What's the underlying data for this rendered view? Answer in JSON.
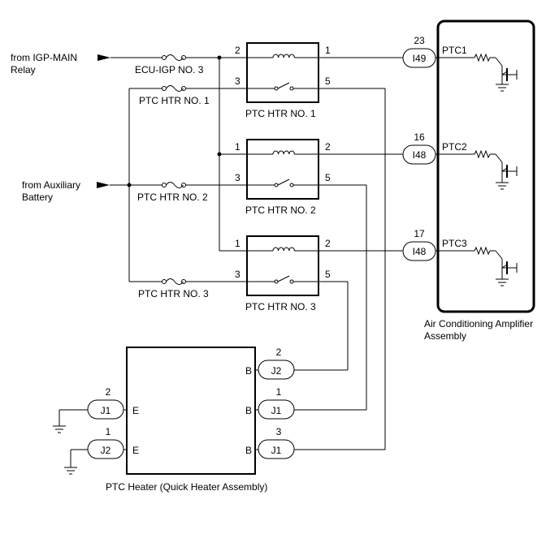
{
  "sources": {
    "igp_main": [
      "from IGP-MAIN",
      "Relay"
    ],
    "aux_battery": [
      "from Auxiliary",
      "Battery"
    ]
  },
  "fuses": {
    "ecu_igp": "ECU-IGP NO. 3",
    "htr1": "PTC HTR NO. 1",
    "htr2": "PTC HTR NO. 2",
    "htr3": "PTC HTR NO. 3"
  },
  "relays": {
    "r1": {
      "name": "PTC HTR NO. 1",
      "p_coil_in": "2",
      "p_coil_out": "1",
      "p_sw_in": "3",
      "p_sw_out": "5"
    },
    "r2": {
      "name": "PTC HTR NO. 2",
      "p_coil_in": "1",
      "p_coil_out": "2",
      "p_sw_in": "3",
      "p_sw_out": "5"
    },
    "r3": {
      "name": "PTC HTR NO. 3",
      "p_coil_in": "1",
      "p_coil_out": "2",
      "p_sw_in": "3",
      "p_sw_out": "5"
    }
  },
  "amplifier": {
    "label": [
      "Air Conditioning Amplifier",
      "Assembly"
    ],
    "pins": [
      {
        "num": "23",
        "conn": "I49",
        "sig": "PTC1"
      },
      {
        "num": "16",
        "conn": "I48",
        "sig": "PTC2"
      },
      {
        "num": "17",
        "conn": "I48",
        "sig": "PTC3"
      }
    ]
  },
  "heater": {
    "label": "PTC Heater (Quick Heater Assembly)",
    "right": [
      {
        "num": "2",
        "conn": "J2",
        "term": "B"
      },
      {
        "num": "1",
        "conn": "J1",
        "term": "B"
      },
      {
        "num": "3",
        "conn": "J1",
        "term": "B"
      }
    ],
    "left": [
      {
        "num": "2",
        "conn": "J1",
        "term": "E"
      },
      {
        "num": "1",
        "conn": "J2",
        "term": "E"
      }
    ]
  }
}
